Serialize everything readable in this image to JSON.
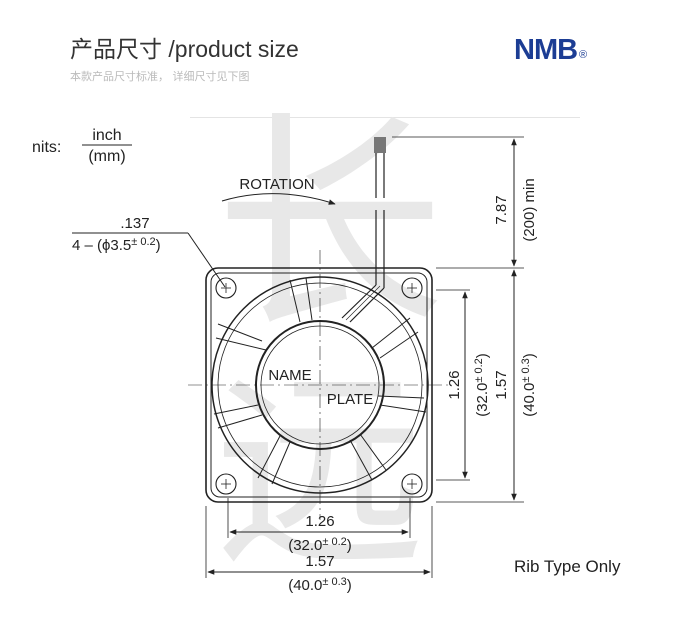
{
  "header": {
    "title_cn": "产品尺寸",
    "title_en": " /product size",
    "subtitle": "本款产品尺寸标准， 详细尺寸见下图"
  },
  "brand": {
    "logo": "NMB",
    "registered": "®"
  },
  "watermark": {
    "char1": "长",
    "char2": "远"
  },
  "drawing": {
    "units_label": "nits:",
    "units_inch": "inch",
    "units_mm": "(mm)",
    "rotation_label": "ROTATION",
    "hole_inch": ".137",
    "hole_prefix": "4 – (",
    "hole_phi": "ϕ",
    "hole_value": "3.5",
    "hole_tol": "± 0.2",
    "hole_suffix": ")",
    "nameplate_line1": "NAME",
    "nameplate_line2": "PLATE",
    "lead_inch": "7.87",
    "lead_mm": "(200) min",
    "v_inner_inch": "1.26",
    "v_inner_mm": "(32.0",
    "v_inner_tol": "± 0.2",
    "v_outer_inch": "1.57",
    "v_outer_mm": "(40.0",
    "v_outer_tol": "± 0.3",
    "h_inner_inch": "1.26",
    "h_inner_mm": "(32.0",
    "h_inner_tol": "± 0.2",
    "h_outer_inch": "1.57",
    "h_outer_mm": "(40.0",
    "h_outer_tol": "± 0.3",
    "rib_note": "Rib Type Only"
  }
}
